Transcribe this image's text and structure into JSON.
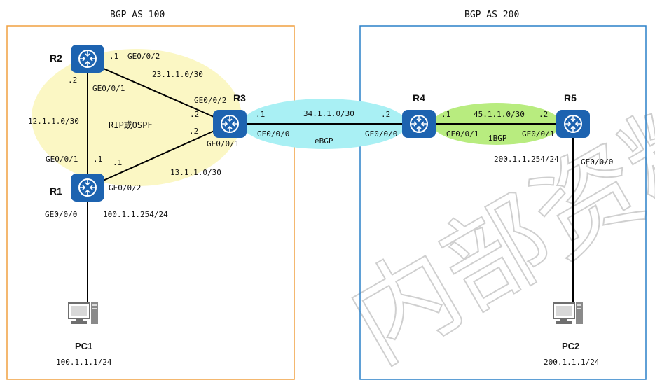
{
  "areas": {
    "as100_title": "BGP AS 100",
    "as200_title": "BGP AS 200",
    "as100_color": "#f0a040",
    "as200_color": "#2a80c8"
  },
  "clouds": {
    "rip_ospf": "RIP或OSPF",
    "ebgp": "eBGP",
    "ibgp": "iBGP"
  },
  "routers": {
    "r1": "R1",
    "r2": "R2",
    "r3": "R3",
    "r4": "R4",
    "r5": "R5"
  },
  "pcs": {
    "pc1": {
      "name": "PC1",
      "ip": "100.1.1.1/24"
    },
    "pc2": {
      "name": "PC2",
      "ip": "200.1.1.1/24"
    }
  },
  "links": {
    "r1_r2": {
      "subnet": "12.1.1.0/30",
      "r2_if": "GE0/0/1",
      "r2_host": ".2",
      "r1_if": "GE0/0/1",
      "r1_host": ".1"
    },
    "r2_r3": {
      "subnet": "23.1.1.0/30",
      "r2_if": "GE0/0/2",
      "r2_host": ".1",
      "r3_if": "GE0/0/2",
      "r3_host": ".2"
    },
    "r1_r3": {
      "subnet": "13.1.1.0/30",
      "r1_if": "GE0/0/2",
      "r1_host": ".1",
      "r3_if": "GE0/0/1",
      "r3_host": ".2"
    },
    "r3_r4": {
      "subnet": "34.1.1.0/30",
      "r3_if": "GE0/0/0",
      "r3_host": ".1",
      "r4_if": "GE0/0/0",
      "r4_host": ".2"
    },
    "r4_r5": {
      "subnet": "45.1.1.0/30",
      "r4_if": "GE0/0/1",
      "r4_host": ".1",
      "r5_if": "GE0/0/1",
      "r5_host": ".2"
    },
    "r1_pc1": {
      "r1_if": "GE0/0/0",
      "gateway": "100.1.1.254/24"
    },
    "r5_pc2": {
      "r5_if": "GE0/0/0",
      "gateway": "200.1.1.254/24"
    }
  },
  "watermark": "内部资料"
}
